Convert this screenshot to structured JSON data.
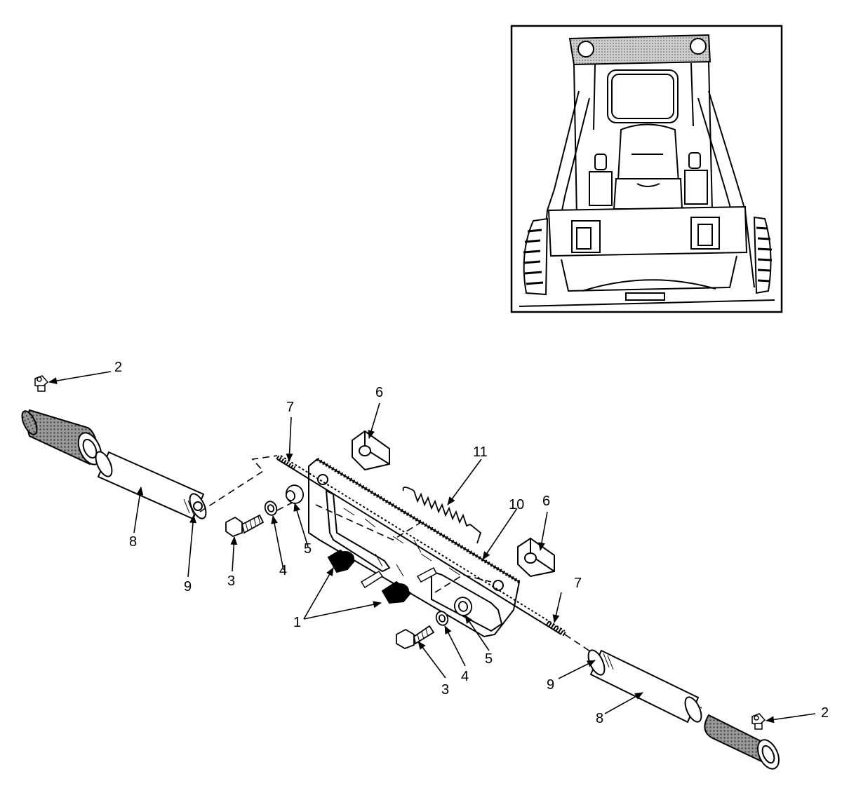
{
  "callouts": {
    "c1": "1",
    "c2a": "2",
    "c2b": "2",
    "c3a": "3",
    "c3b": "3",
    "c4a": "4",
    "c4b": "4",
    "c5a": "5",
    "c5b": "5",
    "c6a": "6",
    "c6b": "6",
    "c7a": "7",
    "c7b": "7",
    "c8a": "8",
    "c8b": "8",
    "c9a": "9",
    "c9b": "9",
    "c10": "10",
    "c11": "11"
  }
}
